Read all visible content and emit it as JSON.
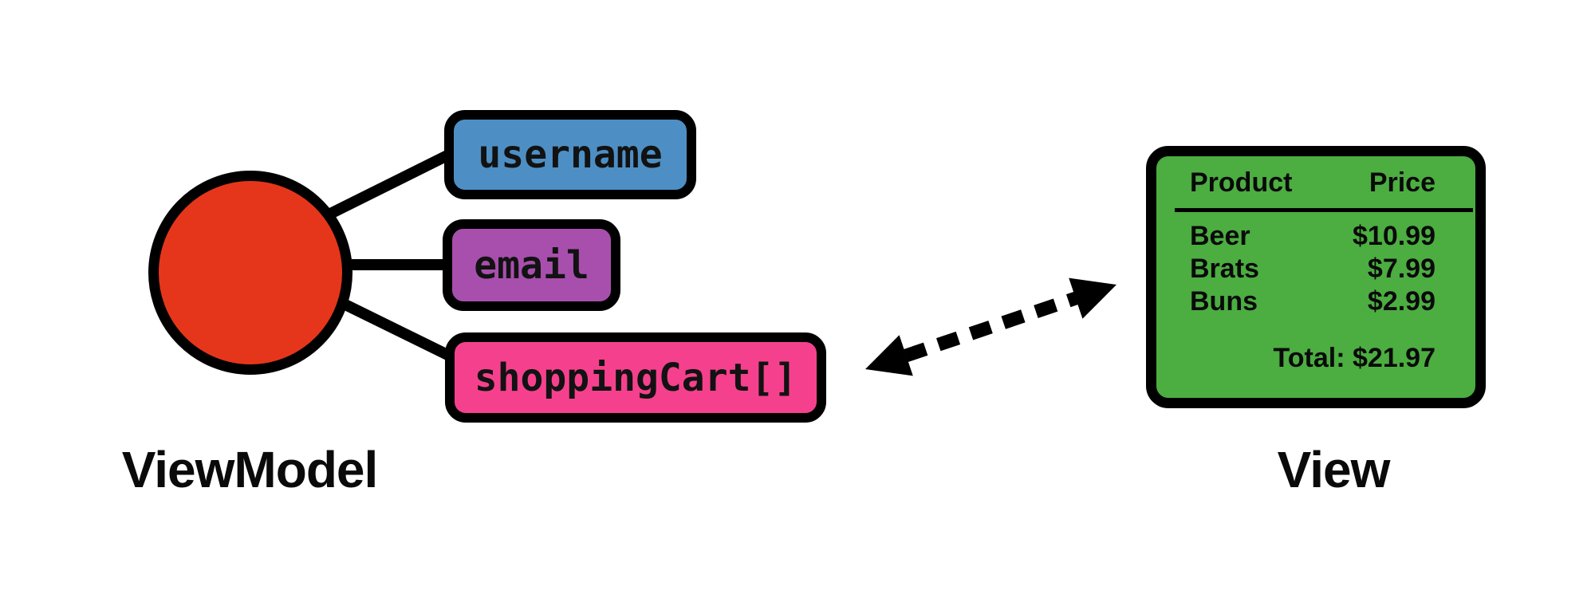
{
  "labels": {
    "viewmodel": "ViewModel",
    "view": "View"
  },
  "viewmodel": {
    "node_color": "#E5361B",
    "properties": [
      {
        "label": "username",
        "color": "#4D8FC4"
      },
      {
        "label": "email",
        "color": "#A84FAE"
      },
      {
        "label": "shoppingCart[]",
        "color": "#F5418D"
      }
    ]
  },
  "view": {
    "panel_color": "#4CAD41",
    "table": {
      "headers": [
        "Product",
        "Price"
      ],
      "rows": [
        {
          "product": "Beer",
          "price": "$10.99"
        },
        {
          "product": "Brats",
          "price": "$7.99"
        },
        {
          "product": "Buns",
          "price": "$2.99"
        }
      ],
      "total": "Total: $21.97"
    }
  },
  "binding_arrow": {
    "style": "dashed",
    "direction": "two-way",
    "color": "#000000"
  }
}
